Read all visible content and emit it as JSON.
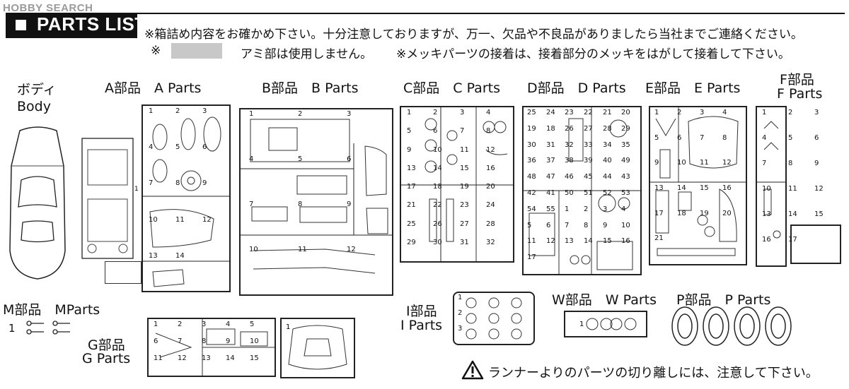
{
  "watermark": "HOBBY SEARCH",
  "header": {
    "title": "PARTS LIST",
    "notice_line1": "※箱詰め内容をお確かめ下さい。十分注意しておりますが、万一、欠品や不良品がありましたら当社までご連絡ください。",
    "notice_marker": "※",
    "notice_line2a": "アミ部は使用しません。",
    "notice_line2b": "※メッキパーツの接着は、接着部分のメッキをはがして接着して下さい。"
  },
  "groups": {
    "body": {
      "jp": "ボディ",
      "en": "Body"
    },
    "a": "A部品　A Parts",
    "b": "B部品　B Parts",
    "c": "C部品　C Parts",
    "d": "D部品　D Parts",
    "e": "E部品　E Parts",
    "f": {
      "jp": "F部品",
      "en": "F Parts"
    },
    "m": "M部品　MParts",
    "m_num": "1",
    "g": {
      "jp": "G部品",
      "en": "G Parts"
    },
    "i": {
      "jp": "I部品",
      "en": "I Parts"
    },
    "w": "W部品　W Parts",
    "p": "P部品　P Parts"
  },
  "numbers": {
    "a": [
      "1",
      "2",
      "3",
      "4",
      "5",
      "6",
      "7",
      "8",
      "9",
      "10",
      "11",
      "12",
      "13",
      "14"
    ],
    "b": [
      "1",
      "2",
      "3",
      "4",
      "5",
      "6",
      "7",
      "8",
      "9",
      "10",
      "11",
      "12"
    ],
    "c": [
      "1",
      "2",
      "3",
      "4",
      "5",
      "6",
      "7",
      "8",
      "9",
      "10",
      "11",
      "12",
      "13",
      "14",
      "15",
      "16",
      "17",
      "18",
      "19",
      "20",
      "21",
      "22",
      "23",
      "24",
      "25",
      "26",
      "27",
      "28",
      "29",
      "30",
      "31",
      "32"
    ],
    "d_left": [
      "25",
      "24",
      "23",
      "22",
      "21",
      "20",
      "19",
      "18",
      "26",
      "27",
      "28",
      "29",
      "30",
      "31",
      "32",
      "33",
      "34",
      "35",
      "36",
      "37",
      "38",
      "39",
      "40"
    ],
    "d_right": [
      "49",
      "48",
      "47",
      "46",
      "45",
      "44",
      "43",
      "42",
      "41",
      "50",
      "51",
      "52",
      "53",
      "54",
      "55"
    ],
    "d_bottom": [
      "1",
      "2",
      "3",
      "4",
      "5",
      "6",
      "7",
      "8",
      "9",
      "10",
      "11",
      "12",
      "13",
      "14",
      "15",
      "16",
      "17"
    ],
    "e": [
      "1",
      "2",
      "3",
      "4",
      "5",
      "6",
      "7",
      "8",
      "9",
      "10",
      "11",
      "12",
      "13",
      "14",
      "15",
      "16",
      "17",
      "18",
      "19",
      "20",
      "21"
    ],
    "f": [
      "1",
      "2",
      "3",
      "4",
      "5",
      "6",
      "7",
      "8",
      "9",
      "10",
      "11",
      "12",
      "13",
      "14",
      "15",
      "16",
      "17"
    ],
    "g": [
      "1",
      "2",
      "3",
      "4",
      "5",
      "6",
      "7",
      "8",
      "9",
      "10",
      "11",
      "12",
      "13",
      "14",
      "15"
    ],
    "i": [
      "1",
      "2",
      "3"
    ],
    "w": [
      "1"
    ]
  },
  "caution": "ランナーよりのパーツの切り離しには、注意して下さい。"
}
